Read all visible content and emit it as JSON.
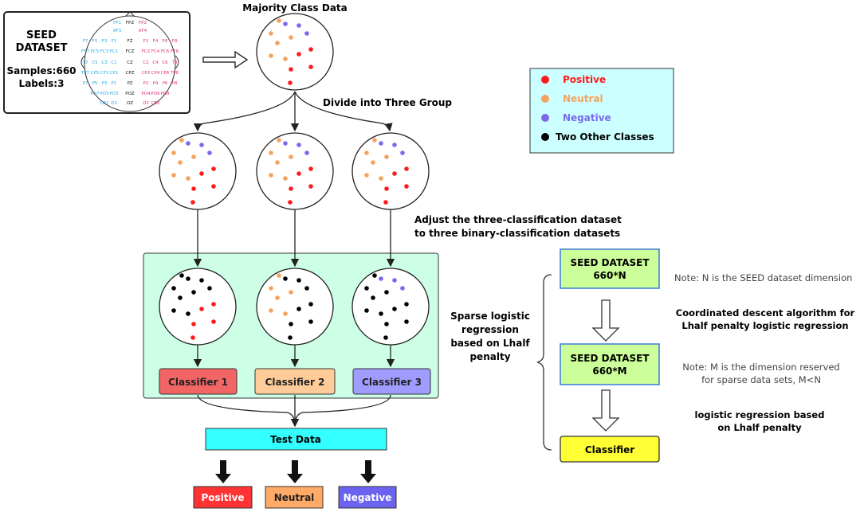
{
  "seed_box": {
    "title_line1": "SEED",
    "title_line2": "DATASET",
    "samples": "Samples:660",
    "labels": "Labels:3"
  },
  "electrodes": {
    "left": [
      [
        "FP1"
      ],
      [
        "AF3"
      ],
      [
        "F7",
        "F5",
        "F3",
        "F1"
      ],
      [
        "FT7",
        "FC5",
        "FC3",
        "FC1"
      ],
      [
        "T7",
        "C5",
        "C3",
        "C1"
      ],
      [
        "TP7",
        "CP5",
        "CP3",
        "CP1"
      ],
      [
        "P7",
        "P5",
        "P3",
        "P1"
      ],
      [
        "PO7",
        "PO5",
        "PO3"
      ],
      [
        "CB1",
        "O1"
      ]
    ],
    "mid": [
      "FPZ",
      "",
      "FZ",
      "FCZ",
      "CZ",
      "CPZ",
      "PZ",
      "POZ",
      "OZ"
    ],
    "right": [
      [
        "FP2"
      ],
      [
        "AF4"
      ],
      [
        "F2",
        "F4",
        "F6",
        "F8"
      ],
      [
        "FC2",
        "FC4",
        "FC6",
        "FT8"
      ],
      [
        "C2",
        "C4",
        "C6",
        "T8"
      ],
      [
        "CP2",
        "CP4",
        "CP6",
        "TP8"
      ],
      [
        "P2",
        "P4",
        "P6",
        "P8"
      ],
      [
        "PO4",
        "PO6",
        "PO8"
      ],
      [
        "O2",
        "CB2"
      ]
    ]
  },
  "majority_title": "Majority Class Data",
  "divide_label": "Divide into Three Group",
  "adjust_label_line1": "Adjust the three-classification dataset",
  "adjust_label_line2": "to three binary-classification datasets",
  "legend": [
    {
      "label": "Positive",
      "color": "#ff1a1a"
    },
    {
      "label": "Neutral",
      "color": "#f5a25d"
    },
    {
      "label": "Negative",
      "color": "#7b68ee"
    },
    {
      "label": "Two Other Classes",
      "color": "#000000"
    }
  ],
  "classifiers": [
    {
      "label": "Classifier 1",
      "color": "#f26565"
    },
    {
      "label": "Classifier 2",
      "color": "#ffcc99"
    },
    {
      "label": "Classifier 3",
      "color": "#9f9bff"
    }
  ],
  "sparse_label": [
    "Sparse logistic",
    "regression",
    "based on  Lhalf",
    "penalty"
  ],
  "test_data": "Test Data",
  "outputs": [
    {
      "label": "Positive",
      "color": "#ff3333"
    },
    {
      "label": "Neutral",
      "color": "#ffaa66"
    },
    {
      "label": "Negative",
      "color": "#6b63f0"
    }
  ],
  "pipeline": {
    "box1": {
      "line1": "SEED DATASET",
      "line2": "660*N"
    },
    "note1": "Note: N is the SEED dataset dimension",
    "step1": [
      "Coordinated descent algorithm for",
      "Lhalf penalty logistic regression"
    ],
    "box2": {
      "line1": "SEED DATASET",
      "line2": "660*M"
    },
    "note2": [
      "Note: M is the dimension reserved",
      "for sparse data sets, M<N"
    ],
    "step2": [
      "logistic regression based",
      "on Lhalf penalty"
    ],
    "classifier": "Classifier"
  }
}
